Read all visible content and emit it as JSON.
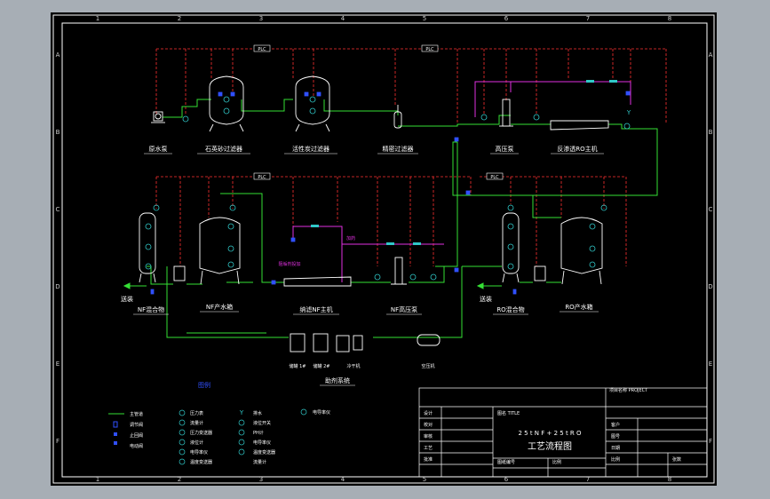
{
  "colors": {
    "background": "#a7aeb5",
    "sheet": "#000000",
    "border": "#ffffff",
    "water_pipe": "#35e035",
    "control_line": "#ff3030",
    "chemical_line": "#e030e0",
    "instrument": "#30c8c8",
    "valve": "#3050ff",
    "label": "#ffffff"
  },
  "grid": {
    "columns": [
      "1",
      "2",
      "3",
      "4",
      "5",
      "6",
      "7",
      "8"
    ],
    "rows": [
      "A",
      "B",
      "C",
      "D",
      "E",
      "F"
    ]
  },
  "plc": {
    "tag": "PLC"
  },
  "top_row": {
    "labels": [
      "原水泵",
      "石英砂过滤器",
      "活性炭过滤器",
      "精密过滤器",
      "高压泵",
      "反渗透RO主机"
    ],
    "y_marker": "Y"
  },
  "middle_row": {
    "labels": [
      "NF混合物",
      "NF产水箱",
      "纳滤NF主机",
      "NF高压泵",
      "RO混合物",
      "RO产水箱"
    ],
    "outlet_left": "送装",
    "outlet_right": "送装",
    "dosing_tag": "加药",
    "dosing_label": "阻垢剂投加"
  },
  "aux_system": {
    "labels": [
      "储罐 1#",
      "储罐 2#",
      "冷干机",
      "空压机"
    ],
    "title": "助剂系统",
    "side_label": "图例"
  },
  "legend": {
    "col1": [
      "主管道",
      "调节阀",
      "止回阀",
      "电动阀"
    ],
    "col2": [
      "压力表",
      "流量计",
      "压力变送器",
      "液位计",
      "电导率仪",
      "温度变送器"
    ],
    "col3": [
      "排水",
      "液位开关",
      "PH计",
      "电导率仪",
      "温度变送器",
      "流量计"
    ],
    "col4": [
      "电导率仪"
    ],
    "y_symbol": "Y"
  },
  "title_block": {
    "project_header": "项目名称 PROJECT",
    "file_label": "图名 TITLE",
    "title_line1": "2 5 t N F + 2 5 t R O",
    "title_line2": "工艺流程图",
    "left_labels": [
      "设计",
      "校对",
      "审核",
      "工艺",
      "批准"
    ],
    "bottom_labels": [
      "图纸编号",
      "比例"
    ],
    "right_labels": [
      "客户",
      "图号",
      "日期",
      "比例"
    ],
    "right_bottom": "张数"
  }
}
